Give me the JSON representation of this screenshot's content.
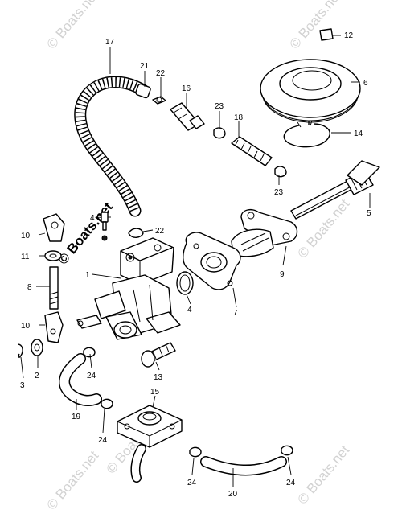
{
  "watermark": {
    "text": "© Boats.net"
  },
  "callouts": [
    {
      "id": "c1",
      "label": "1"
    },
    {
      "id": "c2",
      "label": "2"
    },
    {
      "id": "c3",
      "label": "3"
    },
    {
      "id": "c4",
      "label": "4"
    },
    {
      "id": "c4b",
      "label": "4 B"
    },
    {
      "id": "c5",
      "label": "5"
    },
    {
      "id": "c6",
      "label": "6"
    },
    {
      "id": "c7",
      "label": "7"
    },
    {
      "id": "c8",
      "label": "8"
    },
    {
      "id": "c9",
      "label": "9"
    },
    {
      "id": "c10a",
      "label": "10"
    },
    {
      "id": "c10b",
      "label": "10"
    },
    {
      "id": "c11",
      "label": "11"
    },
    {
      "id": "c12",
      "label": "12"
    },
    {
      "id": "c13",
      "label": "13"
    },
    {
      "id": "c14",
      "label": "14"
    },
    {
      "id": "c15",
      "label": "15"
    },
    {
      "id": "c16",
      "label": "16"
    },
    {
      "id": "c17",
      "label": "17"
    },
    {
      "id": "c18",
      "label": "18"
    },
    {
      "id": "c19",
      "label": "19"
    },
    {
      "id": "c20",
      "label": "20"
    },
    {
      "id": "c21",
      "label": "21"
    },
    {
      "id": "c22a",
      "label": "22"
    },
    {
      "id": "c22b",
      "label": "22"
    },
    {
      "id": "c23a",
      "label": "23"
    },
    {
      "id": "c23b",
      "label": "23"
    },
    {
      "id": "c24a",
      "label": "24"
    },
    {
      "id": "c24b",
      "label": "24"
    },
    {
      "id": "c24c",
      "label": "24"
    },
    {
      "id": "c24d",
      "label": "24"
    }
  ]
}
